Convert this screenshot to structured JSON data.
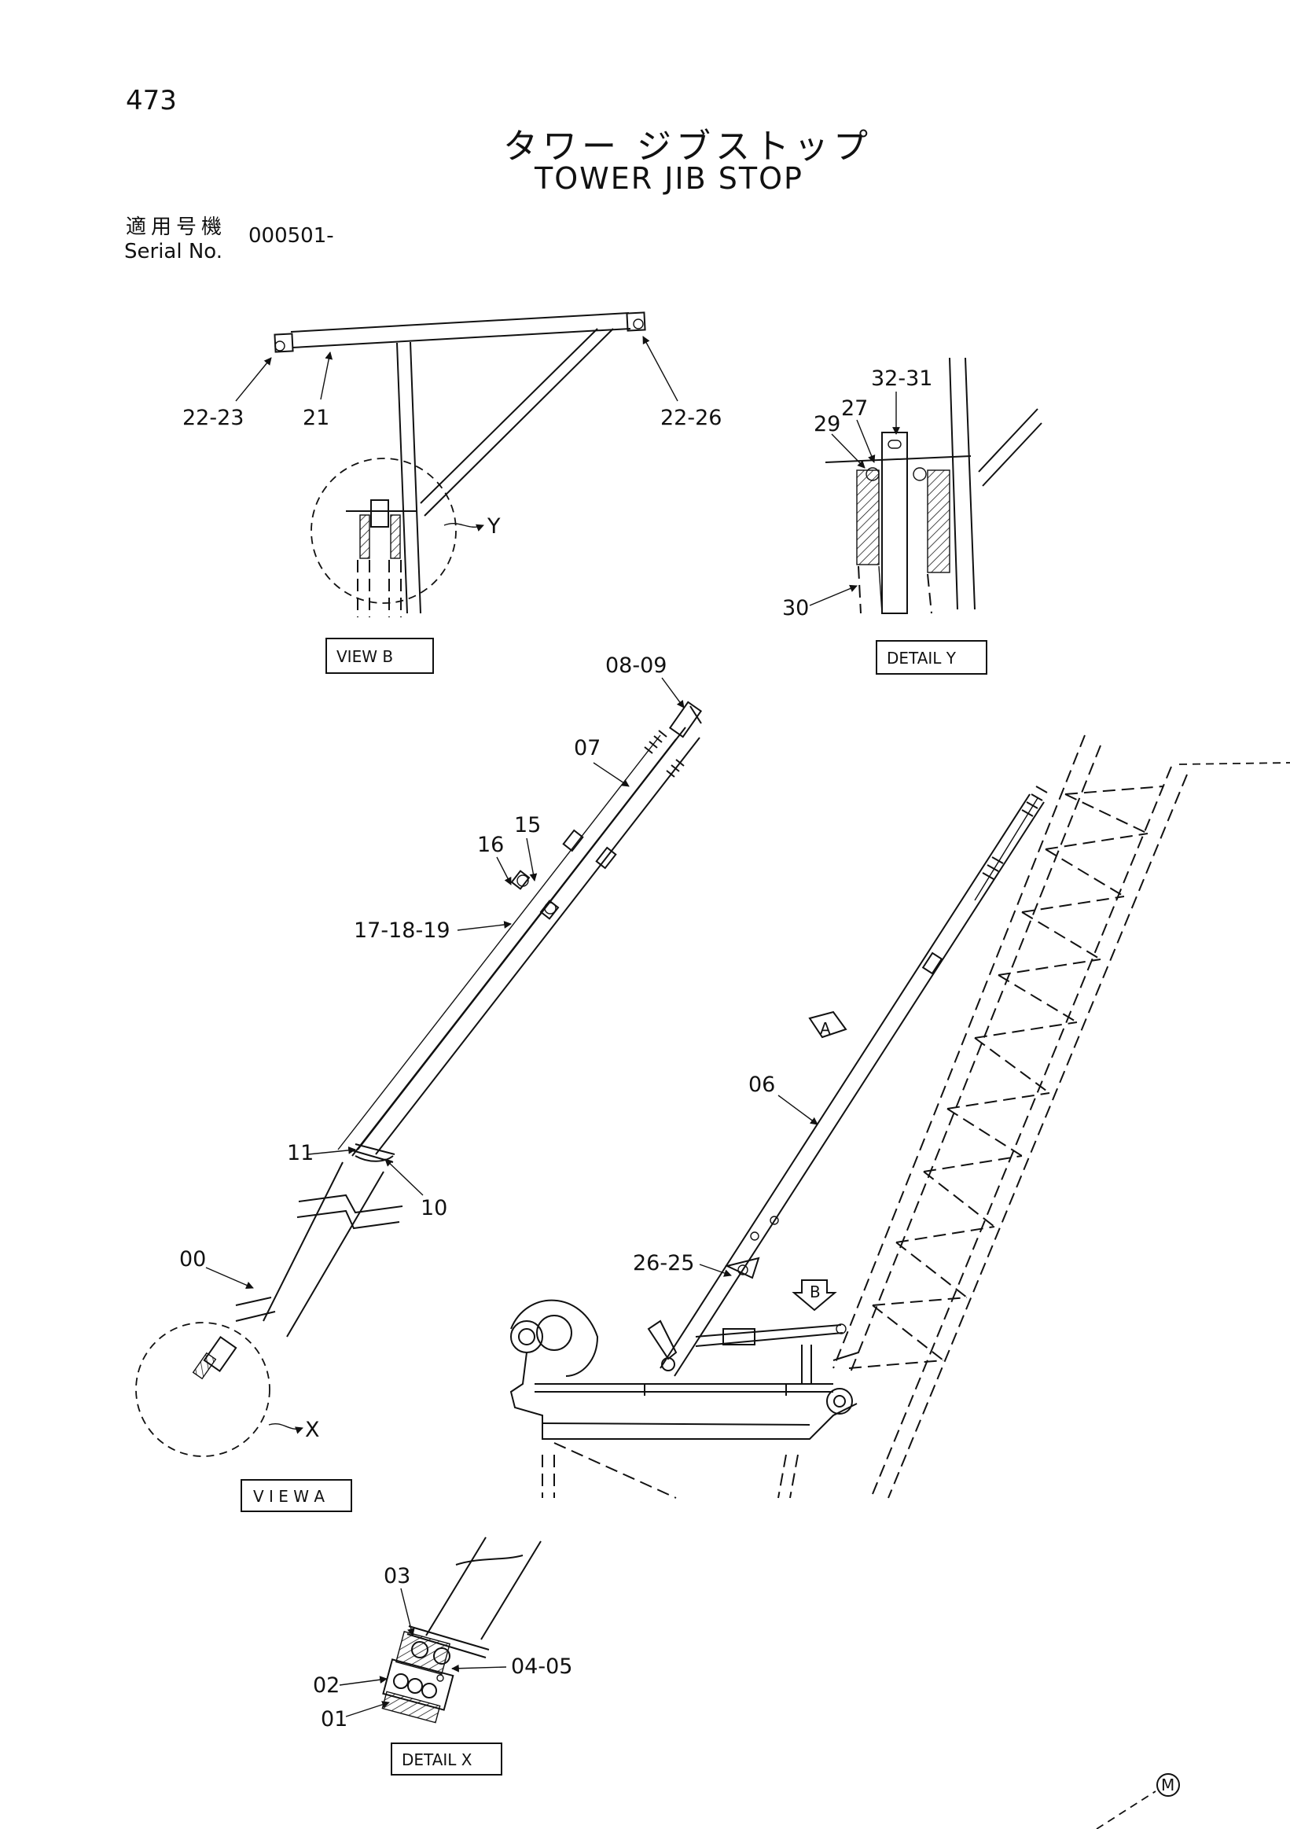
{
  "page": {
    "number": "473",
    "title_ja": "タワー ジブストップ",
    "title_en": "TOWER JIB STOP",
    "serial_label_ja": "適用号機",
    "serial_label_en": "Serial No.",
    "serial_value": "000501-"
  },
  "view_labels": {
    "view_b": "VIEW  B",
    "detail_y": "DETAIL  Y",
    "view_a": "V I E W A",
    "detail_x": "DETAIL  X",
    "arrow_a": "A",
    "arrow_b": "B",
    "ref_y": "Y",
    "ref_x": "X",
    "mark_m": "M"
  },
  "part_callouts": {
    "p22_23": "22-23",
    "p21": "21",
    "p22_26": "22-26",
    "p32_31": "32-31",
    "p29": "29",
    "p27": "27",
    "p30": "30",
    "p08_09": "08-09",
    "p07": "07",
    "p15": "15",
    "p16": "16",
    "p17_18_19": "17-18-19",
    "p11": "11",
    "p10": "10",
    "p00": "00",
    "p06": "06",
    "p26_25": "26-25",
    "p03": "03",
    "p04_05": "04-05",
    "p02": "02",
    "p01": "01"
  }
}
